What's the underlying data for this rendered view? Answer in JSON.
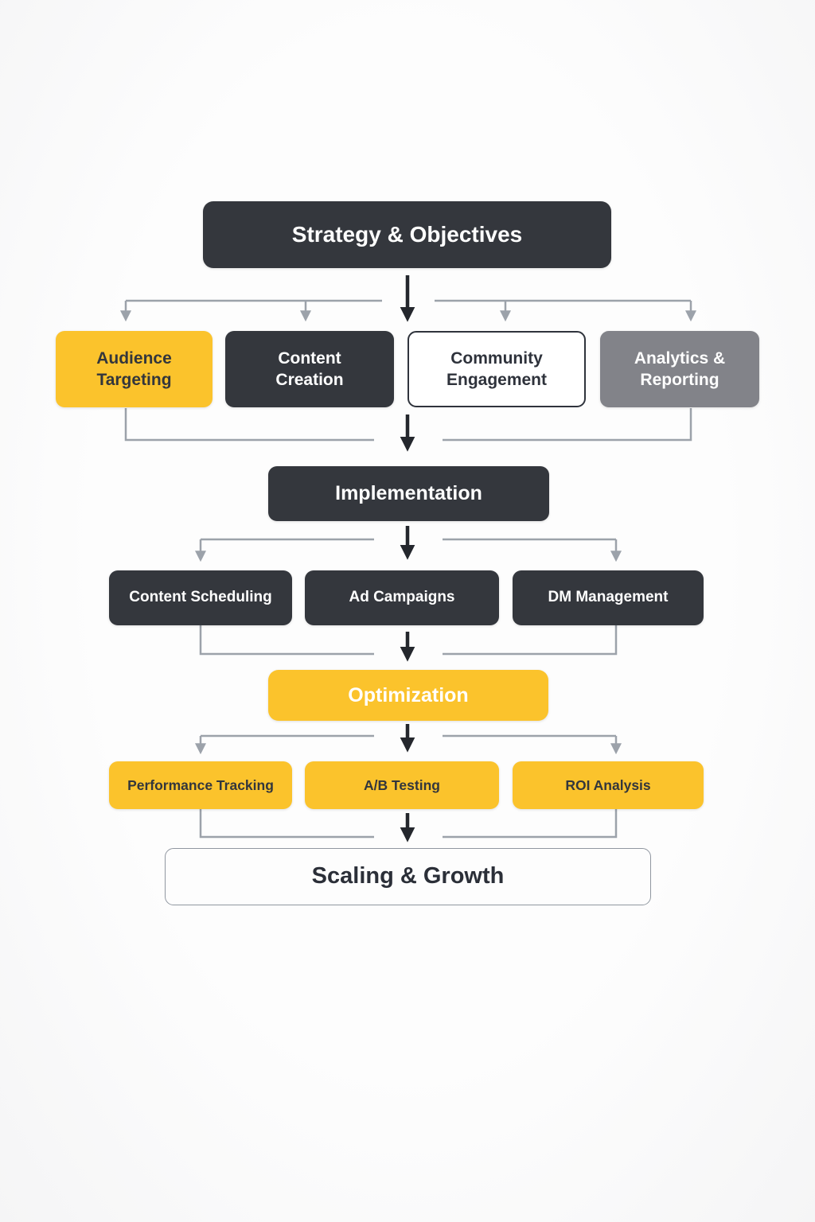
{
  "flowchart": {
    "nodes": {
      "strategy": {
        "label": "Strategy & Objectives",
        "style": "dark"
      },
      "audience": {
        "label": "Audience Targeting",
        "style": "yellow"
      },
      "content": {
        "label": "Content Creation",
        "style": "dark"
      },
      "community": {
        "label": "Community Engagement",
        "style": "outline"
      },
      "analytics": {
        "label": "Analytics & Reporting",
        "style": "gray"
      },
      "implementation": {
        "label": "Implementation",
        "style": "dark"
      },
      "scheduling": {
        "label": "Content Scheduling",
        "style": "dark"
      },
      "ad_campaigns": {
        "label": "Ad Campaigns",
        "style": "dark"
      },
      "dm_management": {
        "label": "DM Management",
        "style": "dark"
      },
      "optimization": {
        "label": "Optimization",
        "style": "yellow-white-text"
      },
      "performance": {
        "label": "Performance Tracking",
        "style": "yellow"
      },
      "ab_testing": {
        "label": "A/B Testing",
        "style": "yellow"
      },
      "roi": {
        "label": "ROI Analysis",
        "style": "yellow"
      },
      "scaling": {
        "label": "Scaling & Growth",
        "style": "outline-light"
      }
    },
    "colors": {
      "dark_box": "#34373D",
      "yellow_box": "#FBC32C",
      "gray_box": "#828389",
      "outline_border": "#2F333C",
      "light_border": "#9097A0",
      "connector_gray": "#9CA2AA",
      "connector_dark": "#24272D"
    }
  }
}
